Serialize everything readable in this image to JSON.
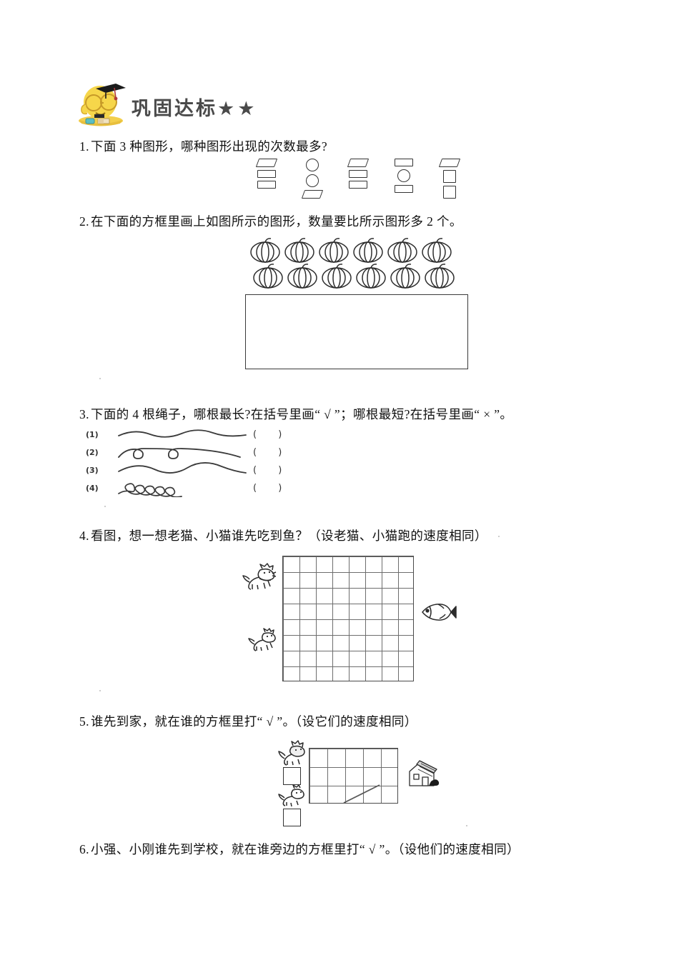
{
  "header": {
    "title": "巩固达标",
    "stars": "★★",
    "mascot_icon": "graduate-mascot-icon"
  },
  "questions": [
    {
      "number": "1.",
      "text": "下面 3 种图形，哪种图形出现的次数最多?"
    },
    {
      "number": "2.",
      "text": "在下面的方框里画上如图所示的图形，数量要比所示图形多 2 个。"
    },
    {
      "number": "3.",
      "text": "下面的 4 根绳子，哪根最长?在括号里画“ √ ”；哪根最短?在括号里画“ × ”。"
    },
    {
      "number": "4.",
      "text": "看图，想一想老猫、小猫谁先吃到鱼？（设老猫、小猫跑的速度相同）"
    },
    {
      "number": "5.",
      "text": "谁先到家，就在谁的方框里打“ √ ”。（设它们的速度相同）"
    },
    {
      "number": "6.",
      "text": "小强、小刚谁先到学校，就在谁旁边的方框里打“ √ ”。（设他们的速度相同）"
    }
  ],
  "q1_shapes": {
    "columns": [
      [
        "parallelogram",
        "rectangle",
        "rectangle"
      ],
      [
        "circle",
        "circle",
        "parallelogram"
      ],
      [
        "parallelogram",
        "rectangle",
        "rectangle"
      ],
      [
        "rectangle",
        "circle",
        "rectangle"
      ],
      [
        "parallelogram",
        "square",
        "square"
      ]
    ]
  },
  "q2_figure": {
    "icon": "pumpkin-icon",
    "row1_count": 6,
    "row2_count": 6,
    "answer_box_value": ""
  },
  "q3_ropes": [
    {
      "label": "(1)",
      "shape": "gentle-wave",
      "bracket": "(    )"
    },
    {
      "label": "(2)",
      "shape": "two-loops",
      "bracket": "(    )"
    },
    {
      "label": "(3)",
      "shape": "large-wave",
      "bracket": "(    )"
    },
    {
      "label": "(4)",
      "shape": "five-loops",
      "bracket": "(    )"
    }
  ],
  "q4_figure": {
    "grid_cols": 8,
    "grid_rows": 8,
    "left_icons": [
      "big-cat-icon",
      "small-cat-icon"
    ],
    "right_icon": "fish-icon"
  },
  "q5_figure": {
    "grid_cols": 5,
    "grid_rows": 3,
    "diagonal": true,
    "left_icons": [
      "cat-icon",
      "kitten-icon"
    ],
    "right_icon": "house-icon",
    "checkbox_1_value": "",
    "checkbox_2_value": ""
  },
  "colors": {
    "ink": "#111111",
    "rule": "#4a4a4a",
    "grid": "#6d6d6d",
    "mascot_body": "#f6d64a",
    "mascot_cap": "#1b1b1b",
    "title": "#4a4a4a"
  }
}
